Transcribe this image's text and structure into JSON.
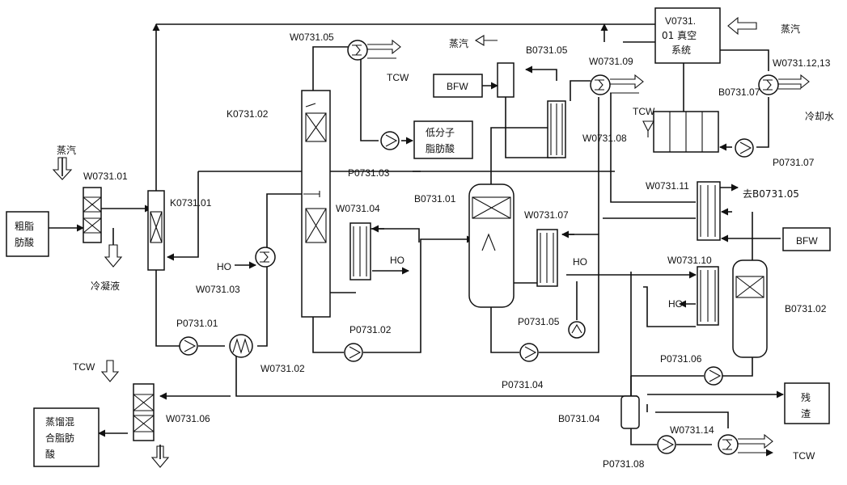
{
  "labels": {
    "v073101": "V0731.",
    "v073101b": "01 真空",
    "v073101c": "系统",
    "steam_top_right": "蒸汽",
    "w073112": "W0731.12,13",
    "cooling_water": "冷却水",
    "b073107": "B0731.07",
    "p073107": "P0731.07",
    "w073109": "W0731.09",
    "tcw_w09": "TCW",
    "w073108": "W0731.08",
    "b073105": "B0731.05",
    "steam_b05": "蒸汽",
    "bfw_top": "BFW",
    "w073105": "W0731.05",
    "tcw_w05": "TCW",
    "k073102": "K0731.02",
    "low_molecular_fa": "低分子",
    "low_molecular_fa2": "脂肪酸",
    "steam_left": "蒸汽",
    "w073101": "W0731.01",
    "crude_fa": "粗脂",
    "crude_fa2": "肪酸",
    "condensate": "冷凝液",
    "k073101": "K0731.01",
    "p073103": "P0731.03",
    "b073101": "B0731.01",
    "w073104": "W0731.04",
    "w073107": "W0731.07",
    "w073111": "W0731.11",
    "to_b073105": "去B0731.05",
    "bfw_mid": "BFW",
    "ho_w03": "HO",
    "w073103": "W0731.03",
    "ho_w04": "HO",
    "ho_w07": "HO",
    "w073110": "W0731.10",
    "ho_w10": "HO",
    "b073102": "B0731.02",
    "p073101": "P0731.01",
    "p073102": "P0731.02",
    "p073105": "P0731.05",
    "p073106": "P0731.06",
    "w073102": "W0731.02",
    "p073104": "P0731.04",
    "tcw_w06": "TCW",
    "w073106": "W0731.06",
    "distilled_fa1": "蒸馏混",
    "distilled_fa2": "合脂肪",
    "distilled_fa3": "酸",
    "b073104": "B0731.04",
    "residue1": "残",
    "residue2": "渣",
    "w073114": "W0731.14",
    "p073108": "P0731.08",
    "tcw_w14": "TCW"
  }
}
